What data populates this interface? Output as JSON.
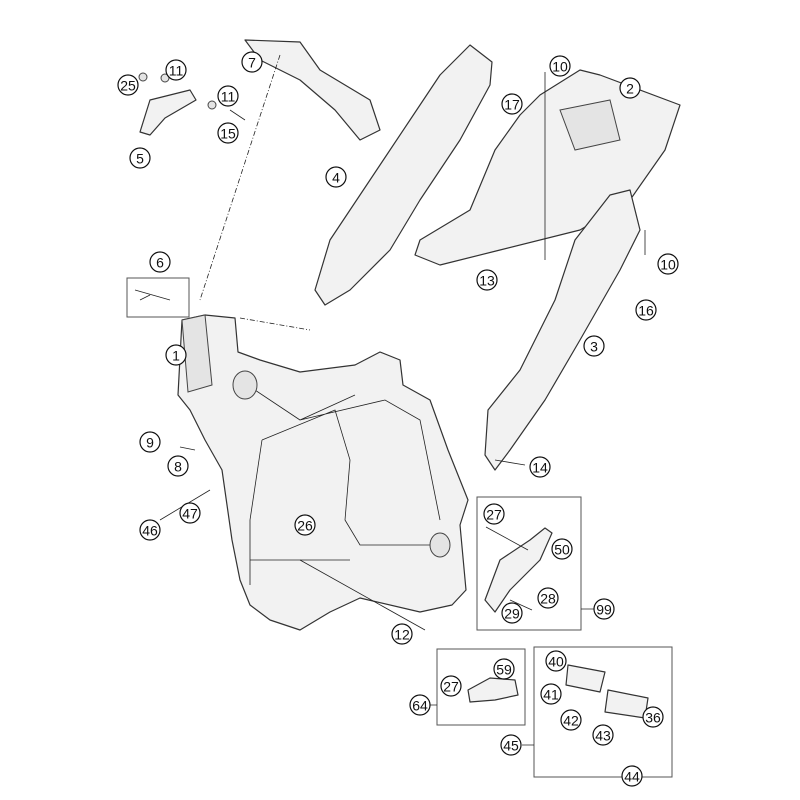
{
  "diagram": {
    "title": "Frame exploded parts view",
    "callouts": [
      "7",
      "25",
      "11",
      "11",
      "15",
      "5",
      "6",
      "1",
      "9",
      "8",
      "46",
      "47",
      "4",
      "10",
      "2",
      "17",
      "13",
      "10",
      "16",
      "3",
      "14",
      "26",
      "27",
      "50",
      "28",
      "29",
      "99",
      "12",
      "59",
      "27",
      "64",
      "40",
      "41",
      "42",
      "43",
      "36",
      "44",
      "45"
    ]
  }
}
